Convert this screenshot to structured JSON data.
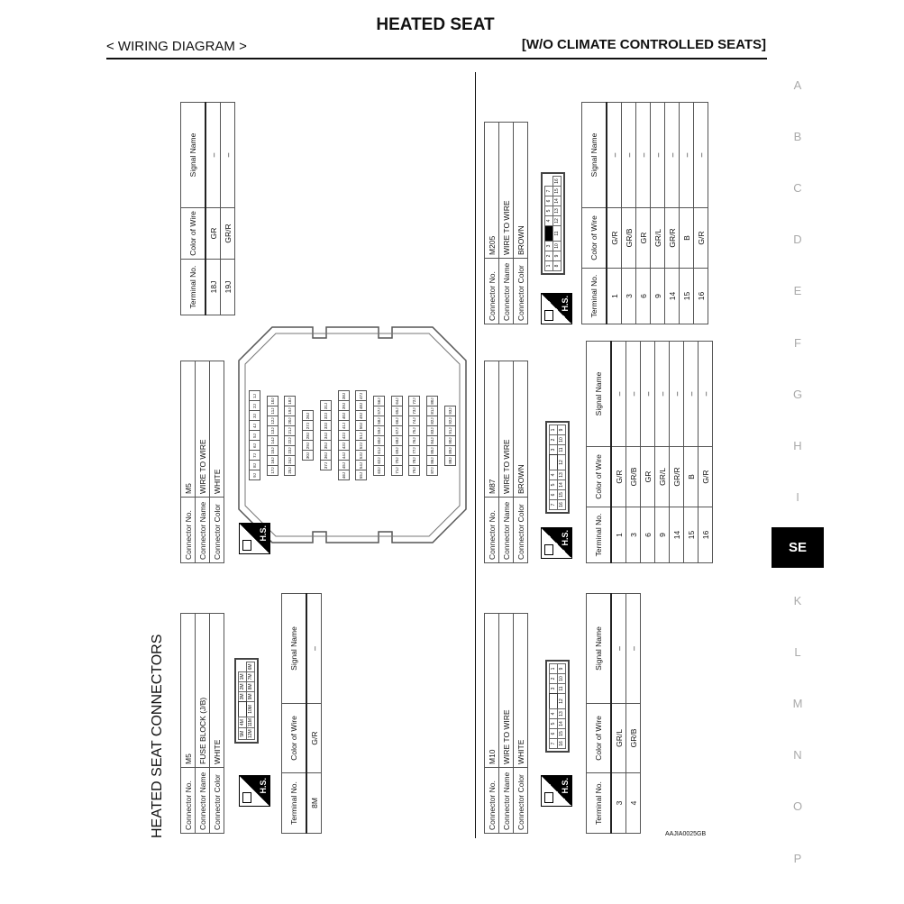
{
  "header": {
    "title": "HEATED SEAT",
    "section": "< WIRING DIAGRAM >",
    "subtitle": "[W/O CLIMATE CONTROLLED SEATS]"
  },
  "sidebar": {
    "letters": [
      "A",
      "B",
      "C",
      "D",
      "E",
      "F",
      "G",
      "H",
      "I",
      "SE",
      "K",
      "L",
      "M",
      "N",
      "O",
      "P"
    ],
    "active": "SE"
  },
  "diagram_title": "HEATED SEAT CONNECTORS",
  "figure_code": "AAJIA0025GB",
  "labels": {
    "connector_no": "Connector No.",
    "connector_name": "Connector Name",
    "connector_color": "Connector Color",
    "terminal_no": "Terminal No.",
    "color_of_wire": "Color of Wire",
    "signal_name": "Signal Name",
    "hs": "H.S."
  },
  "connectors": [
    {
      "no": "M5",
      "name": "FUSE BLOCK (J/B)",
      "color": "WHITE",
      "pins": [
        [
          "5M",
          "4M",
          "",
          "3M",
          "2M",
          "1M"
        ],
        [
          "12M",
          "11M",
          "10M",
          "9M",
          "8M",
          "7M",
          "6M"
        ]
      ],
      "terminals": [
        {
          "no": "8M",
          "wire": "G/R",
          "signal": "–"
        }
      ]
    },
    {
      "no": "M5",
      "name": "WIRE TO WIRE",
      "color": "WHITE",
      "pin_rows": [
        [
          "9J",
          "8J",
          "7J",
          "6J",
          "5J",
          "4J",
          "3J",
          "2J",
          "1J"
        ],
        [
          "17J",
          "16J",
          "15J",
          "14J",
          "13J",
          "12J",
          "11J",
          "10J"
        ],
        [
          "25J",
          "24J",
          "23J",
          "22J",
          "21J",
          "20J",
          "19J",
          "18J"
        ],
        [
          "30J",
          "29J",
          "28J",
          "27J",
          "26J"
        ],
        [
          "37J",
          "36J",
          "35J",
          "34J",
          "33J",
          "32J",
          "31J"
        ],
        [
          "46J",
          "45J",
          "44J",
          "43J",
          "42J",
          "41J",
          "40J",
          "39J",
          "38J"
        ],
        [
          "55J",
          "54J",
          "53J",
          "52J",
          "51J",
          "50J",
          "49J",
          "48J",
          "47J"
        ],
        [
          "63J",
          "62J",
          "61J",
          "60J",
          "59J",
          "58J",
          "57J",
          "56J"
        ],
        [
          "71J",
          "70J",
          "69J",
          "68J",
          "67J",
          "66J",
          "65J",
          "64J"
        ],
        [
          "79J",
          "78J",
          "77J",
          "76J",
          "75J",
          "74J",
          "73J",
          "72J"
        ],
        [
          "87J",
          "86J",
          "85J",
          "84J",
          "83J",
          "82J",
          "81J",
          "80J"
        ],
        [
          "88J",
          "89J",
          "90J",
          "91J",
          "92J",
          "93J"
        ]
      ],
      "terminals": [
        {
          "no": "18J",
          "wire": "GR",
          "signal": "–"
        },
        {
          "no": "19J",
          "wire": "GR/R",
          "signal": "–"
        }
      ]
    },
    {
      "no": "M10",
      "name": "WIRE TO WIRE",
      "color": "WHITE",
      "pins": [
        [
          "7",
          "6",
          "5",
          "4",
          "",
          "3",
          "2",
          "1"
        ],
        [
          "16",
          "15",
          "14",
          "13",
          "12",
          "11",
          "10",
          "9"
        ]
      ],
      "terminals": [
        {
          "no": "3",
          "wire": "GR/L",
          "signal": "–"
        },
        {
          "no": "4",
          "wire": "GR/B",
          "signal": "–"
        }
      ]
    },
    {
      "no": "M87",
      "name": "WIRE TO WIRE",
      "color": "BROWN",
      "pins": [
        [
          "7",
          "6",
          "5",
          "4",
          "",
          "3",
          "2",
          "1"
        ],
        [
          "16",
          "15",
          "14",
          "13",
          "12",
          "11",
          "10",
          "9"
        ]
      ],
      "terminals": [
        {
          "no": "1",
          "wire": "G/R",
          "signal": "–"
        },
        {
          "no": "3",
          "wire": "GR/B",
          "signal": "–"
        },
        {
          "no": "6",
          "wire": "GR",
          "signal": "–"
        },
        {
          "no": "9",
          "wire": "GR/L",
          "signal": "–"
        },
        {
          "no": "14",
          "wire": "GR/R",
          "signal": "–"
        },
        {
          "no": "15",
          "wire": "B",
          "signal": "–"
        },
        {
          "no": "16",
          "wire": "G/R",
          "signal": "–"
        }
      ]
    },
    {
      "no": "M205",
      "name": "WIRE TO WIRE",
      "color": "BROWN",
      "pins": [
        [
          "1",
          "2",
          "3",
          "#",
          "4",
          "5",
          "6",
          "7"
        ],
        [
          "8",
          "9",
          "10",
          "11",
          "12",
          "13",
          "14",
          "15",
          "16"
        ]
      ],
      "terminals": [
        {
          "no": "1",
          "wire": "G/R",
          "signal": "–"
        },
        {
          "no": "3",
          "wire": "GR/B",
          "signal": "–"
        },
        {
          "no": "6",
          "wire": "GR",
          "signal": "–"
        },
        {
          "no": "9",
          "wire": "GR/L",
          "signal": "–"
        },
        {
          "no": "14",
          "wire": "GR/R",
          "signal": "–"
        },
        {
          "no": "15",
          "wire": "B",
          "signal": "–"
        },
        {
          "no": "16",
          "wire": "G/R",
          "signal": "–"
        }
      ]
    }
  ]
}
